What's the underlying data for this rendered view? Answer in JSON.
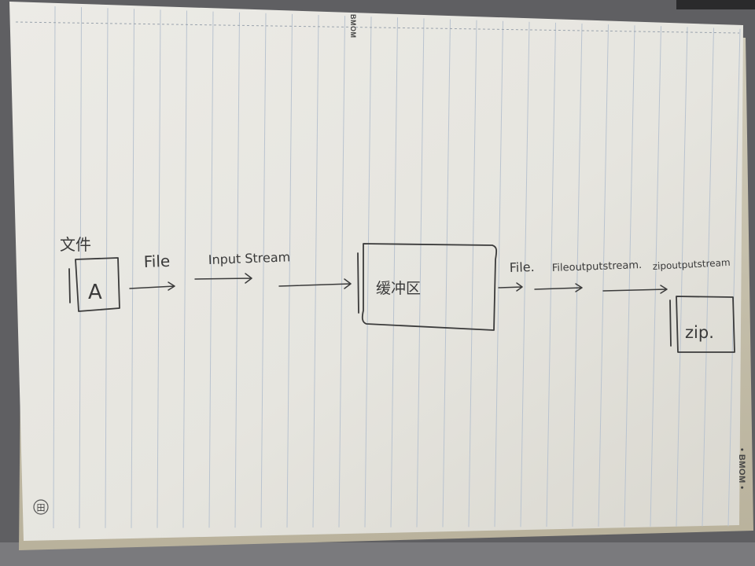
{
  "brand": "• BMOM •",
  "brand_top": "BMOM",
  "corner_logo": "田",
  "diagram": {
    "source_label": "文件",
    "source_box": "A",
    "flow_1": "File",
    "flow_2": "Input Stream",
    "buffer_label": "缓冲区",
    "flow_3": "File.",
    "flow_4": "Fileoutputstream.",
    "flow_5": "zipoutputstream",
    "target_box": "zip."
  }
}
